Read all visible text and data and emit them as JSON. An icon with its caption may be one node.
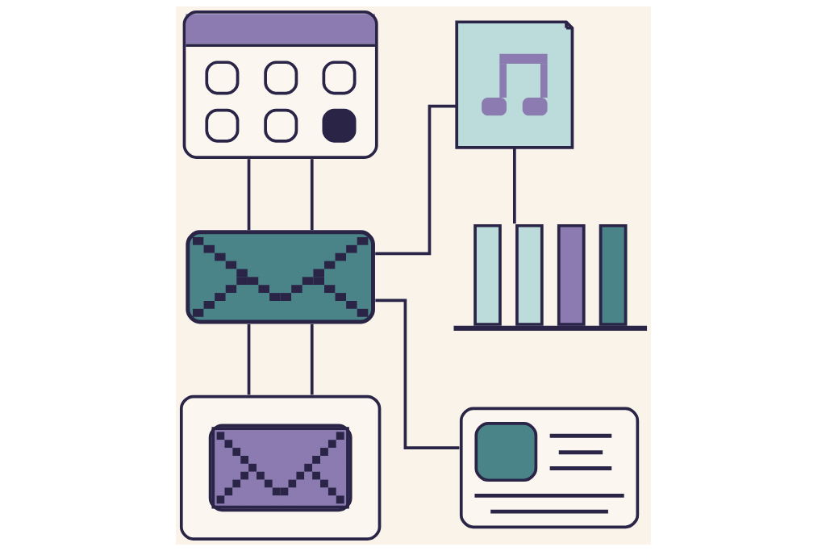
{
  "diagram": {
    "nodes": [
      {
        "text": [],
        "shape": "picture"
      },
      {
        "text": [],
        "shape": "picture"
      },
      {
        "text": [],
        "shape": "picture"
      },
      {
        "text": [],
        "shape": "picture"
      },
      {
        "text": [],
        "shape": "picture"
      },
      {
        "text": [],
        "shape": "picture"
      }
    ],
    "edges": [
      {
        "from": 0,
        "to": 2,
        "arrow": "none"
      },
      {
        "from": 1,
        "to": 2,
        "arrow": "none"
      },
      {
        "from": 0,
        "to": 2,
        "arrow": "none"
      },
      {
        "from": 2,
        "to": 4,
        "arrow": "none"
      },
      {
        "from": 1,
        "to": 3,
        "arrow": "none"
      },
      {
        "from": 2,
        "to": 4,
        "arrow": "none"
      },
      {
        "from": 2,
        "to": 5,
        "arrow": "none"
      }
    ]
  }
}
